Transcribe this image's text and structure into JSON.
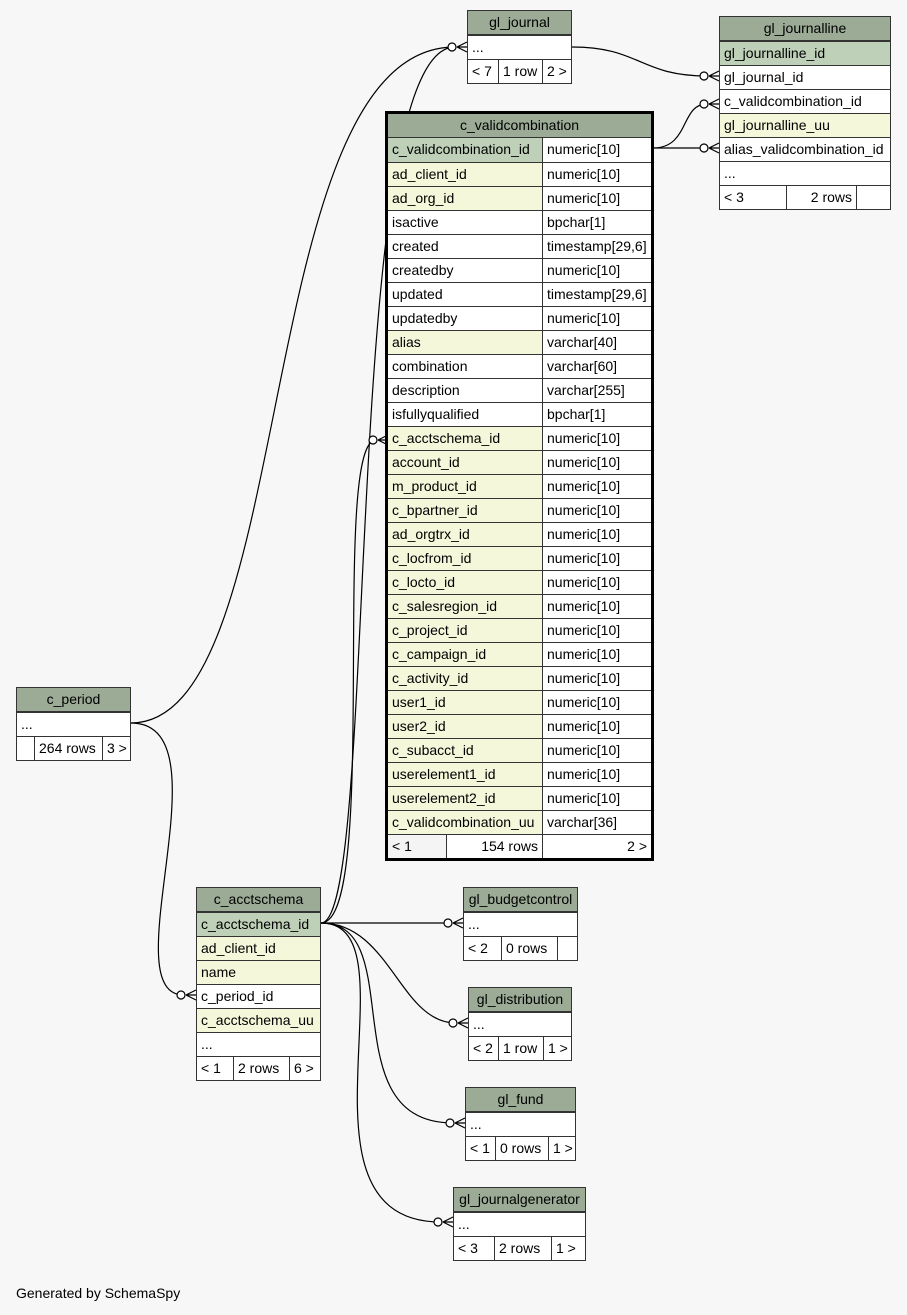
{
  "footer": "Generated by SchemaSpy",
  "tables": {
    "gl_journal": {
      "name": "gl_journal",
      "ellipsis": "...",
      "foot": [
        "< 7",
        "1 row",
        "2 >"
      ]
    },
    "gl_journalline": {
      "name": "gl_journalline",
      "columns": [
        "gl_journalline_id",
        "gl_journal_id",
        "c_validcombination_id",
        "gl_journalline_uu",
        "alias_validcombination_id",
        "..."
      ],
      "foot": [
        "< 3",
        "2 rows",
        ""
      ]
    },
    "c_validcombination": {
      "name": "c_validcombination",
      "columns": [
        {
          "name": "c_validcombination_id",
          "type": "numeric[10]",
          "kind": "pk"
        },
        {
          "name": "ad_client_id",
          "type": "numeric[10]",
          "kind": "fk"
        },
        {
          "name": "ad_org_id",
          "type": "numeric[10]",
          "kind": "fk"
        },
        {
          "name": "isactive",
          "type": "bpchar[1]",
          "kind": "plain"
        },
        {
          "name": "created",
          "type": "timestamp[29,6]",
          "kind": "plain"
        },
        {
          "name": "createdby",
          "type": "numeric[10]",
          "kind": "plain"
        },
        {
          "name": "updated",
          "type": "timestamp[29,6]",
          "kind": "plain"
        },
        {
          "name": "updatedby",
          "type": "numeric[10]",
          "kind": "plain"
        },
        {
          "name": "alias",
          "type": "varchar[40]",
          "kind": "fk"
        },
        {
          "name": "combination",
          "type": "varchar[60]",
          "kind": "plain"
        },
        {
          "name": "description",
          "type": "varchar[255]",
          "kind": "plain"
        },
        {
          "name": "isfullyqualified",
          "type": "bpchar[1]",
          "kind": "plain"
        },
        {
          "name": "c_acctschema_id",
          "type": "numeric[10]",
          "kind": "fk"
        },
        {
          "name": "account_id",
          "type": "numeric[10]",
          "kind": "fk"
        },
        {
          "name": "m_product_id",
          "type": "numeric[10]",
          "kind": "fk"
        },
        {
          "name": "c_bpartner_id",
          "type": "numeric[10]",
          "kind": "fk"
        },
        {
          "name": "ad_orgtrx_id",
          "type": "numeric[10]",
          "kind": "fk"
        },
        {
          "name": "c_locfrom_id",
          "type": "numeric[10]",
          "kind": "fk"
        },
        {
          "name": "c_locto_id",
          "type": "numeric[10]",
          "kind": "fk"
        },
        {
          "name": "c_salesregion_id",
          "type": "numeric[10]",
          "kind": "fk"
        },
        {
          "name": "c_project_id",
          "type": "numeric[10]",
          "kind": "fk"
        },
        {
          "name": "c_campaign_id",
          "type": "numeric[10]",
          "kind": "fk"
        },
        {
          "name": "c_activity_id",
          "type": "numeric[10]",
          "kind": "fk"
        },
        {
          "name": "user1_id",
          "type": "numeric[10]",
          "kind": "fk"
        },
        {
          "name": "user2_id",
          "type": "numeric[10]",
          "kind": "fk"
        },
        {
          "name": "c_subacct_id",
          "type": "numeric[10]",
          "kind": "fk"
        },
        {
          "name": "userelement1_id",
          "type": "numeric[10]",
          "kind": "fk"
        },
        {
          "name": "userelement2_id",
          "type": "numeric[10]",
          "kind": "fk"
        },
        {
          "name": "c_validcombination_uu",
          "type": "varchar[36]",
          "kind": "fk"
        }
      ],
      "foot": [
        "< 1",
        "154 rows",
        "2 >"
      ]
    },
    "c_period": {
      "name": "c_period",
      "ellipsis": "...",
      "foot": [
        "",
        "264 rows",
        "3 >"
      ]
    },
    "c_acctschema": {
      "name": "c_acctschema",
      "columns": [
        "c_acctschema_id",
        "ad_client_id",
        "name",
        "c_period_id",
        "c_acctschema_uu",
        "..."
      ],
      "foot": [
        "< 1",
        "2 rows",
        "6 >"
      ]
    },
    "gl_budgetcontrol": {
      "name": "gl_budgetcontrol",
      "ellipsis": "...",
      "foot": [
        "< 2",
        "0 rows",
        ""
      ]
    },
    "gl_distribution": {
      "name": "gl_distribution",
      "ellipsis": "...",
      "foot": [
        "< 2",
        "1 row",
        "1 >"
      ]
    },
    "gl_fund": {
      "name": "gl_fund",
      "ellipsis": "...",
      "foot": [
        "< 1",
        "0 rows",
        "1 >"
      ]
    },
    "gl_journalgenerator": {
      "name": "gl_journalgenerator",
      "ellipsis": "...",
      "foot": [
        "< 3",
        "2 rows",
        "1 >"
      ]
    }
  }
}
